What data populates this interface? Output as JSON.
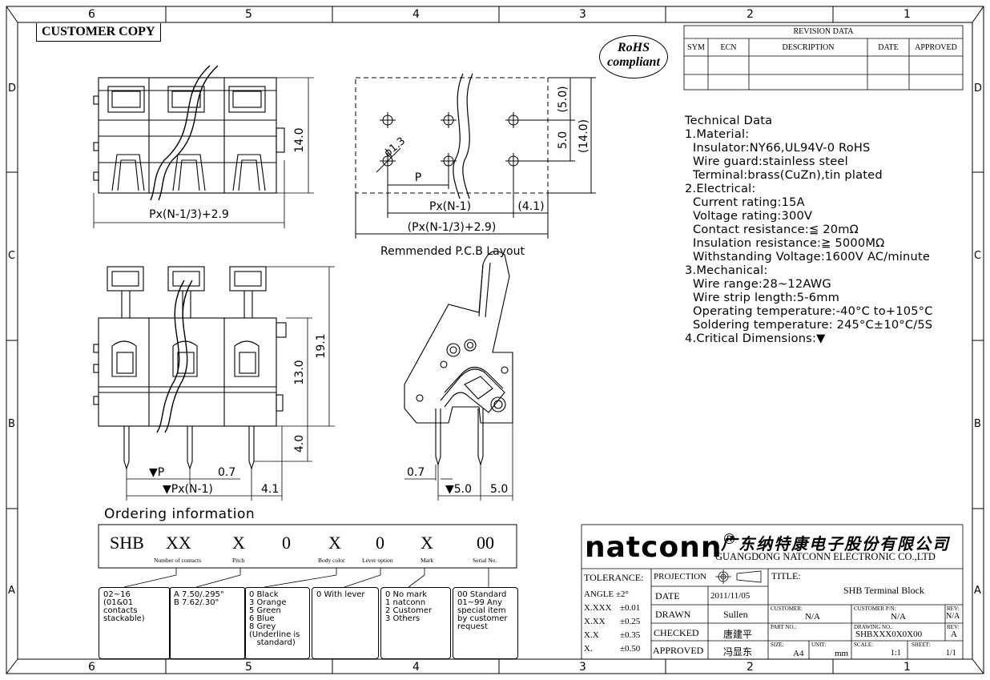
{
  "frame": {
    "col_labels": [
      "6",
      "5",
      "4",
      "3",
      "2",
      "1"
    ],
    "row_labels": [
      "D",
      "C",
      "B",
      "A"
    ]
  },
  "customer_copy": "CUSTOMER COPY",
  "rohs": {
    "line1": "RoHS",
    "line2": "compliant"
  },
  "revision": {
    "title": "REVISION DATA",
    "headers": [
      "SYM",
      "ECN",
      "DESCRIPTION",
      "DATE",
      "APPROVED"
    ]
  },
  "top_view": {
    "height_dim": "14.0",
    "width_dim": "Px(N-1/3)+2.9"
  },
  "pcb_layout": {
    "hole_dim": "ϕ1.3",
    "pitch": "P",
    "dim_5_0_paren": "(5.0)",
    "dim_5_0": "5.0",
    "dim_14_0_paren": "(14.0)",
    "dim_px_n1": "Px(N-1)",
    "dim_4_1_paren": "(4.1)",
    "dim_total": "(Px(N-1/3)+2.9)",
    "caption": "Remmended P.C.B Layout"
  },
  "front_view": {
    "dim_19_1": "19.1",
    "dim_13_0": "13.0",
    "dim_4_0": "4.0",
    "dim_p": "▼P",
    "dim_0_7": "0.7",
    "dim_px_n1": "▼Px(N-1)",
    "dim_4_1": "4.1"
  },
  "side_view": {
    "dim_0_7": "0.7",
    "dim_5_0_a": "▼5.0",
    "dim_5_0_b": "5.0"
  },
  "technical": {
    "lines": [
      "Technical Data",
      "1.Material:",
      " Insulator:NY66,UL94V-0 RoHS",
      " Wire guard:stainless steel",
      " Terminal:brass(CuZn),tin plated",
      "2.Electrical:",
      " Current rating:15A",
      " Voltage rating:300V",
      " Contact resistance:≦ 20mΩ",
      " Insulation resistance:≧ 5000MΩ",
      " Withstanding Voltage:1600V AC/minute",
      "3.Mechanical:",
      " Wire range:28~12AWG",
      " Wire strip length:5-6mm",
      " Operating temperature:-40°C to+105°C",
      " Soldering temperature: 245°C±10°C/5S",
      "4.Critical Dimensions:▼"
    ]
  },
  "ordering": {
    "title": "Ordering information",
    "code_parts": [
      "SHB",
      "XX",
      "X",
      "0",
      "X",
      "0",
      "X",
      "00"
    ],
    "sub_labels": [
      "Number of contacts",
      "Pitch",
      "Body color",
      "Lever option",
      "Mark",
      "Serial No."
    ],
    "boxes": [
      "02~16\n(01&01\ncontacts\nstackable)",
      "A 7.50/.295\"\nB 7.62/.30\"",
      "0 Black\n3 Orange\n5 Green\n6 Blue\n8 Grey\n(Underline is\n   standard)",
      "0 With lever",
      "0 No mark\n1 natconn\n2 Customer\n3 Others",
      "00 Standard\n01~99 Any\nspecial item\nby customer\nrequest"
    ]
  },
  "title_block": {
    "brand": "natconn",
    "reg": "®",
    "company_cn": "广东纳特康电子股份有限公司",
    "company_en": "GUANGDONG NATCONN ELECTRONIC CO.,LTD",
    "tolerance_label": "TOLERANCE:",
    "tolerances": [
      {
        "k": "ANGLE",
        "v": "±2°"
      },
      {
        "k": "X.XXX",
        "v": "±0.01"
      },
      {
        "k": "X.XX",
        "v": "±0.25"
      },
      {
        "k": "X.X",
        "v": "±0.35"
      },
      {
        "k": "X.",
        "v": "±0.50"
      }
    ],
    "projection": "PROJECTION",
    "date_label": "DATE",
    "date": "2011/11/05",
    "drawn_label": "DRAWN",
    "drawn": "Sullen",
    "checked_label": "CHECKED",
    "checked": "唐建平",
    "approved_label": "APPROVED",
    "approved": "冯显东",
    "title_label": "TITLE:",
    "title": "SHB  Terminal Block",
    "customer_label": "CUSTOMER:",
    "customer": "N/A",
    "customer_pn_label": "CUSTOMER P/N:",
    "customer_pn": "N/A",
    "rev_label": "REV:",
    "rev1": "N/A",
    "part_no_label": "PART NO.:",
    "drawing_no_label": "DRAWING NO.:",
    "drawing_no": "SHBXXX0X0X00",
    "rev2": "A",
    "size_label": "SIZE:",
    "size": "A4",
    "unit_label": "UNIT:",
    "unit": "mm",
    "scale_label": "SCALE:",
    "scale": "1:1",
    "sheet_label": "SHEET:",
    "sheet": "1/1"
  }
}
